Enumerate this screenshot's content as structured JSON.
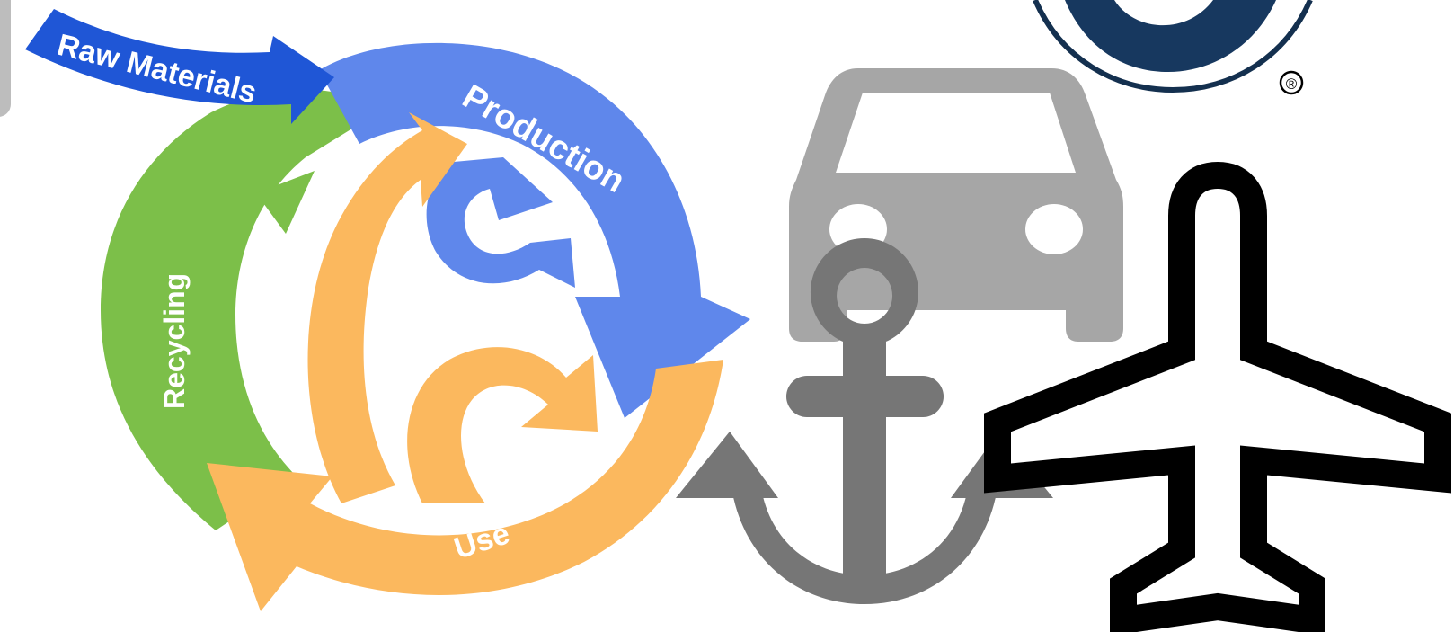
{
  "diagram": {
    "stages": {
      "raw_materials": "Raw Materials",
      "production": "Production",
      "use": "Use",
      "recycling": "Recycling"
    }
  },
  "icons": [
    {
      "name": "car-icon",
      "color": "#a6a6a6"
    },
    {
      "name": "anchor-icon",
      "color": "#767676"
    },
    {
      "name": "airplane-icon",
      "color": "#000000"
    },
    {
      "name": "circular-logo",
      "color": "#14304f",
      "mark": "®"
    }
  ],
  "colors": {
    "raw_materials": "#1f56d6",
    "production": "#5f87eb",
    "use": "#fbb85e",
    "recycling": "#7cbf49"
  }
}
